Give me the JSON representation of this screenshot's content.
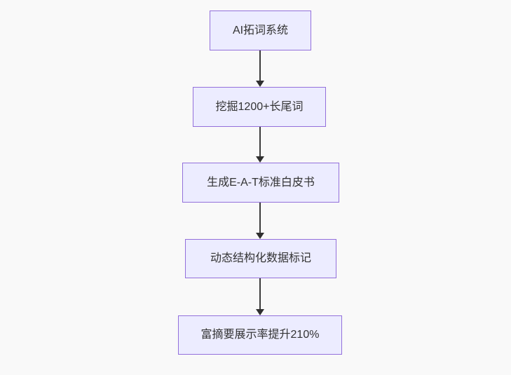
{
  "diagram": {
    "type": "flowchart-vertical",
    "background_color": "#f9f9f9",
    "node_fill_color": "#ECECFF",
    "node_border_color": "#9370DB",
    "text_color": "#333333",
    "arrow_color": "#333333",
    "nodes": [
      {
        "label": "AI拓词系统"
      },
      {
        "label": "挖掘1200+长尾词"
      },
      {
        "label": "生成E-A-T标准白皮书"
      },
      {
        "label": "动态结构化数据标记"
      },
      {
        "label": "富摘要展示率提升210%"
      }
    ],
    "edges": [
      {
        "from": 0,
        "to": 1
      },
      {
        "from": 1,
        "to": 2
      },
      {
        "from": 2,
        "to": 3
      },
      {
        "from": 3,
        "to": 4
      }
    ]
  }
}
